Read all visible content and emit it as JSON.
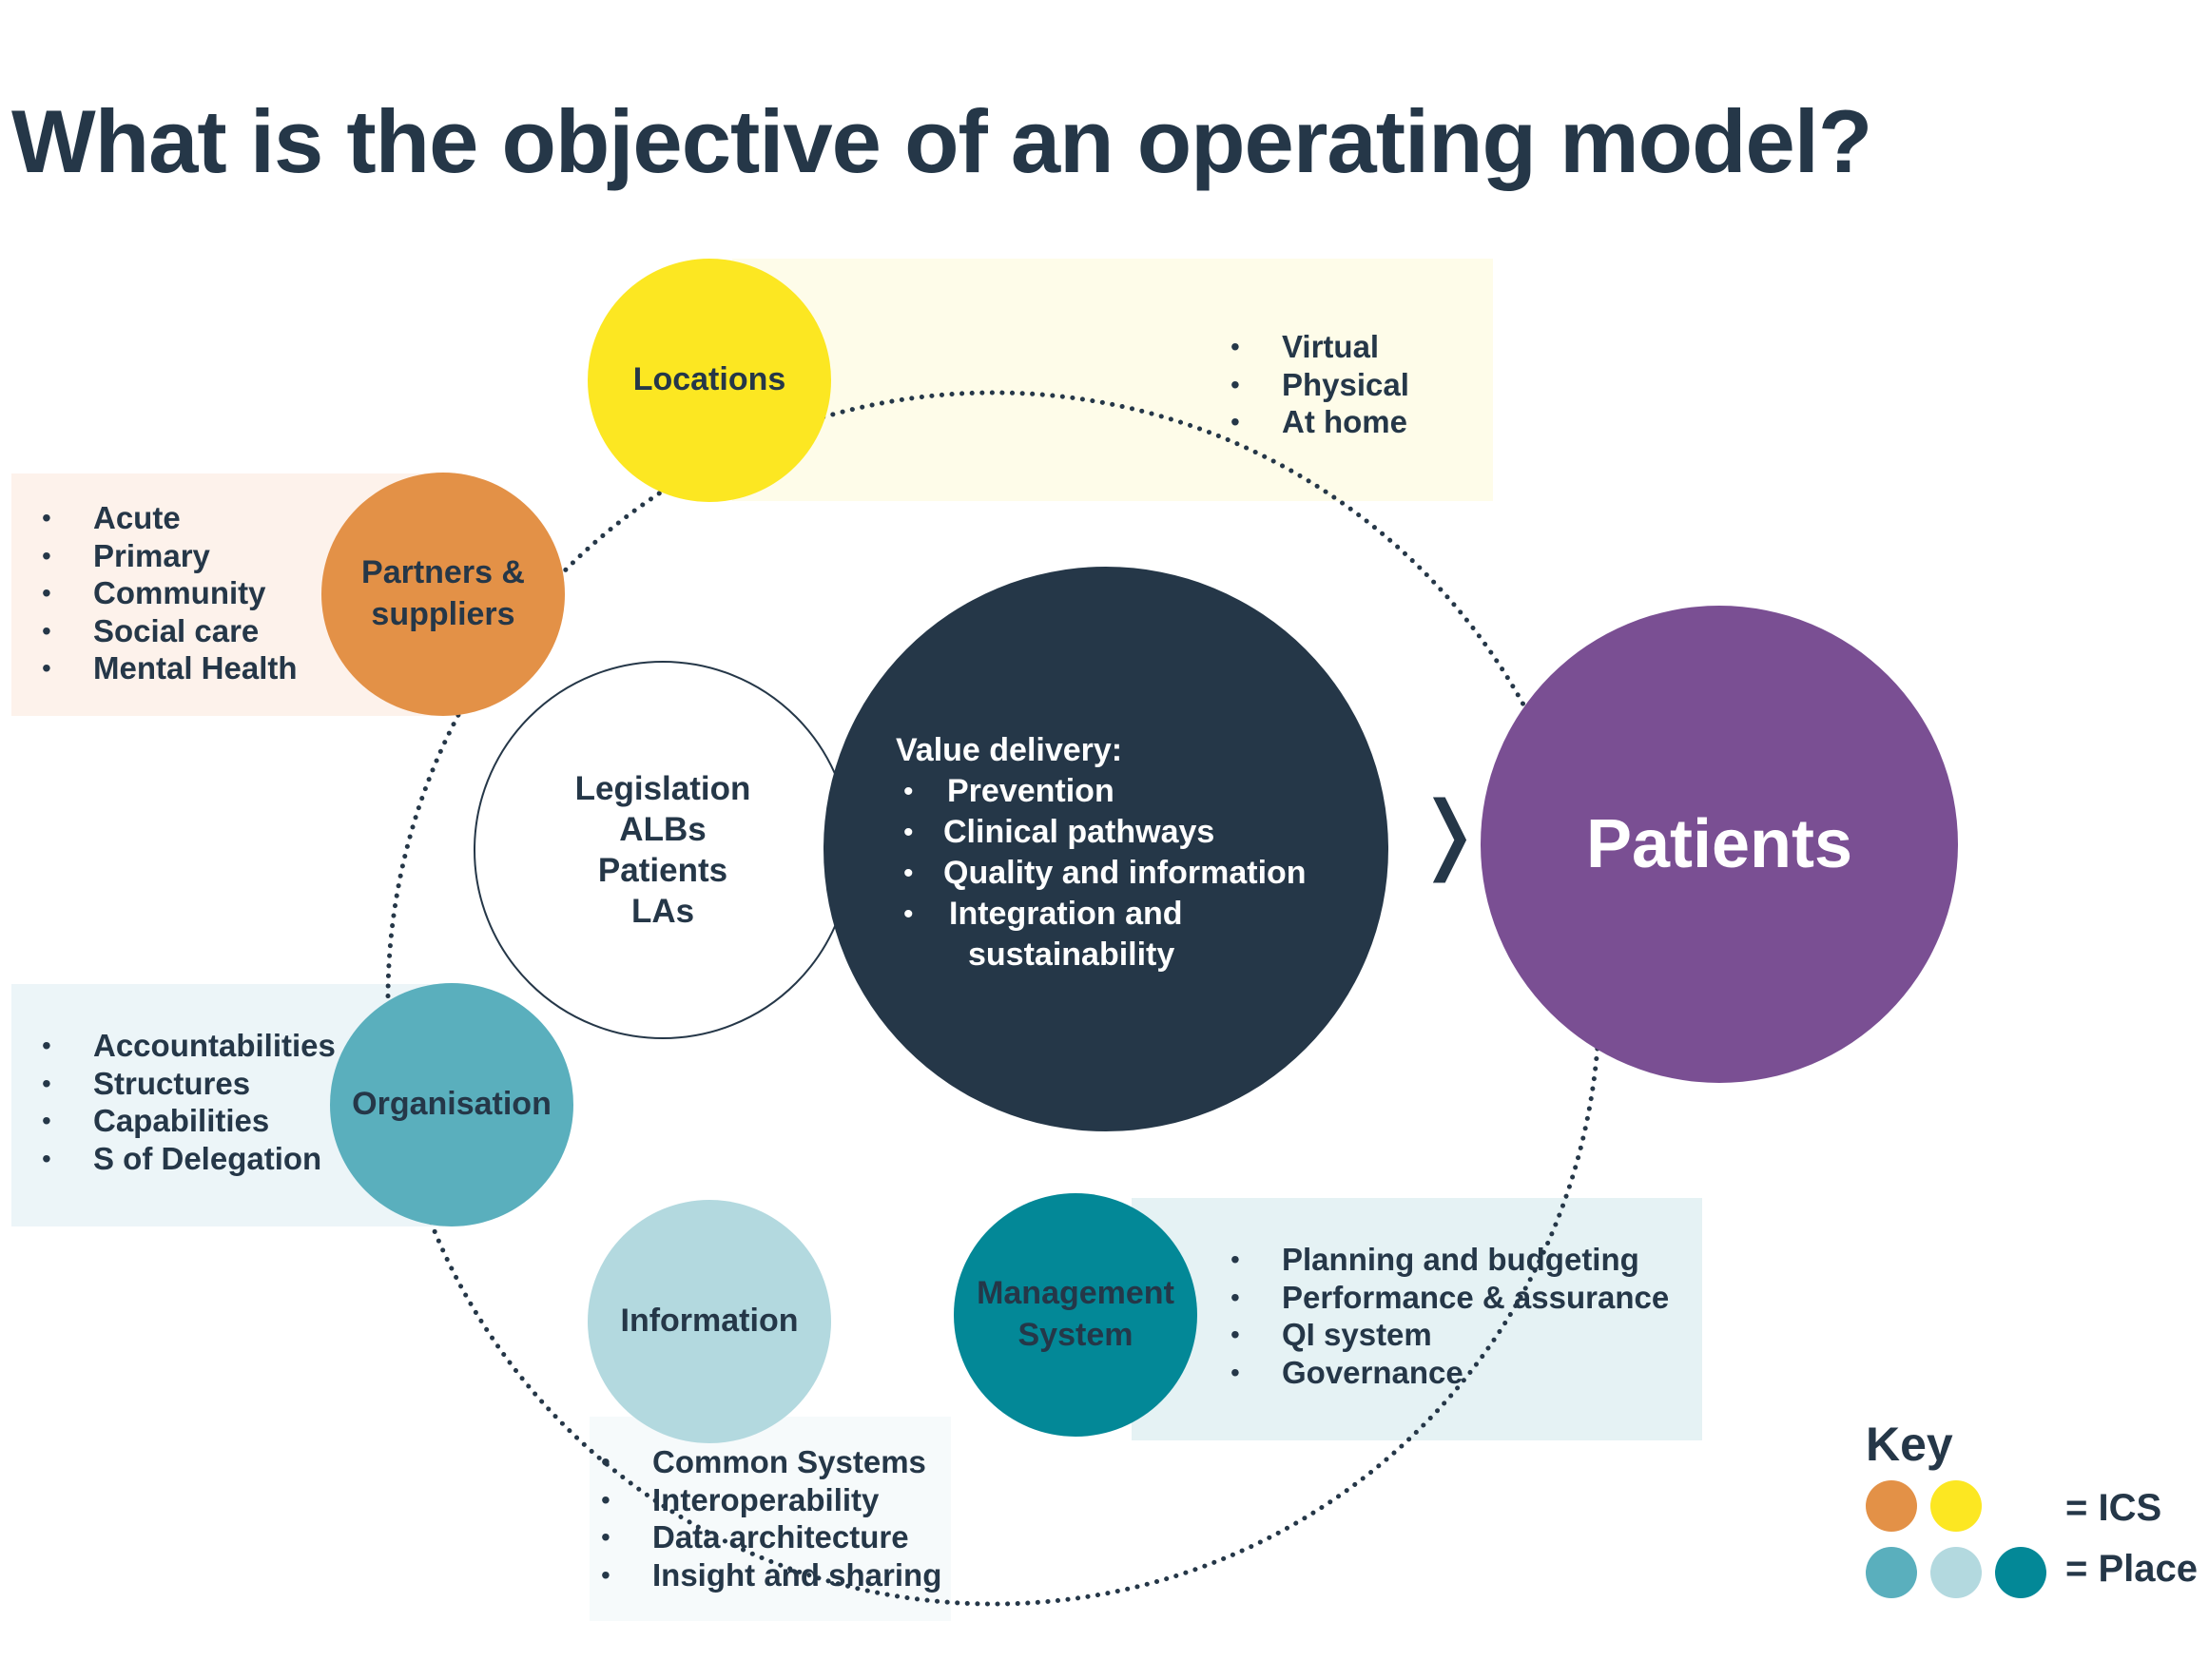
{
  "title": "What is the objective of an operating model?",
  "colors": {
    "navy": "#253748",
    "ics_orange": "#E39147",
    "ics_yellow": "#FCE722",
    "place_teal": "#5AAFBD",
    "place_light": "#B3D9DF",
    "place_dark": "#038897",
    "patients_purple": "#7A4F93"
  },
  "nodes": {
    "locations": {
      "label": "Locations",
      "items": [
        "Virtual",
        "Physical",
        "At home"
      ]
    },
    "partners": {
      "label_line1": "Partners &",
      "label_line2": "suppliers",
      "items": [
        "Acute",
        "Primary",
        "Community",
        "Social care",
        "Mental Health"
      ]
    },
    "organisation": {
      "label": "Organisation",
      "items": [
        "Accountabilities",
        "Structures",
        "Capabilities",
        "S of Delegation"
      ]
    },
    "information": {
      "label": "Information",
      "items": [
        "Common Systems",
        "Interoperability",
        "Data architecture",
        "Insight and sharing"
      ]
    },
    "management": {
      "label_line1": "Management",
      "label_line2": "System",
      "items": [
        "Planning and budgeting",
        "Performance & assurance",
        "QI system",
        "Governance"
      ]
    }
  },
  "context": {
    "lines": [
      "Legislation",
      "ALBs",
      "Patients",
      "LAs"
    ]
  },
  "core": {
    "heading": "Value delivery:",
    "items": [
      "Prevention",
      "Clinical pathways",
      "Quality and information",
      "Integration and"
    ],
    "continuation": "sustainability"
  },
  "arrow": "❭",
  "patients": {
    "label": "Patients"
  },
  "key": {
    "title": "Key",
    "ics_label": "= ICS",
    "place_label": "= Place"
  }
}
